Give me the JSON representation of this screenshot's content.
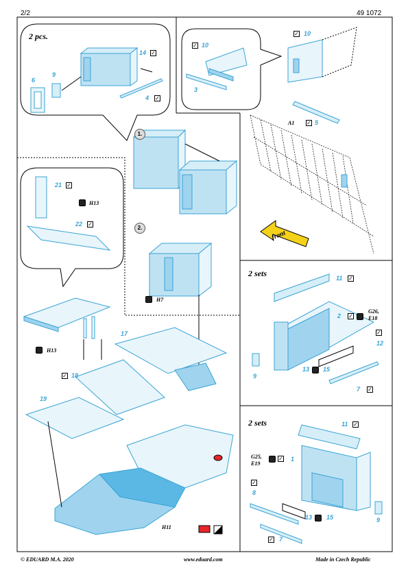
{
  "header": {
    "page": "2/2",
    "code": "49 1072"
  },
  "footer": {
    "copyright": "© EDUARD  M.A. 2020",
    "url": "www.eduard.com",
    "origin": "Made in Czech Republic"
  },
  "titles": {
    "pcs": "2 pcs.",
    "sets_a": "2 sets",
    "sets_b": "2 sets"
  },
  "steps": [
    "1.",
    "2."
  ],
  "codes": {
    "h13_a": "H13",
    "h7": "H7",
    "h13_b": "H13",
    "h11": "H11",
    "a1": "A1",
    "g26": "G26,",
    "e18": "E18",
    "g25": "G25,",
    "e19": "E19"
  },
  "arrow_label": "front",
  "parts": {
    "p14": "14",
    "p9a": "9",
    "p6": "6",
    "p4": "4",
    "p10a": "10",
    "p10b": "10",
    "p3": "3",
    "p5": "5",
    "p21": "21",
    "p22": "22",
    "p17": "17",
    "p18": "18",
    "p19": "19",
    "p11a": "11",
    "p2": "2",
    "p12": "12",
    "p9b": "9",
    "p13a": "13",
    "p15a": "15",
    "p7a": "7",
    "p11b": "11",
    "p1": "1",
    "p8": "8",
    "p13b": "13",
    "p15b": "15",
    "p9c": "9",
    "p7b": "7"
  },
  "colors": {
    "part_blue": "#39a3d4",
    "fill_light": "#d6eef8",
    "fill_mid": "#9fd3ee",
    "paint_red": "#e5262b",
    "arrow_yellow": "#f5d21a"
  }
}
